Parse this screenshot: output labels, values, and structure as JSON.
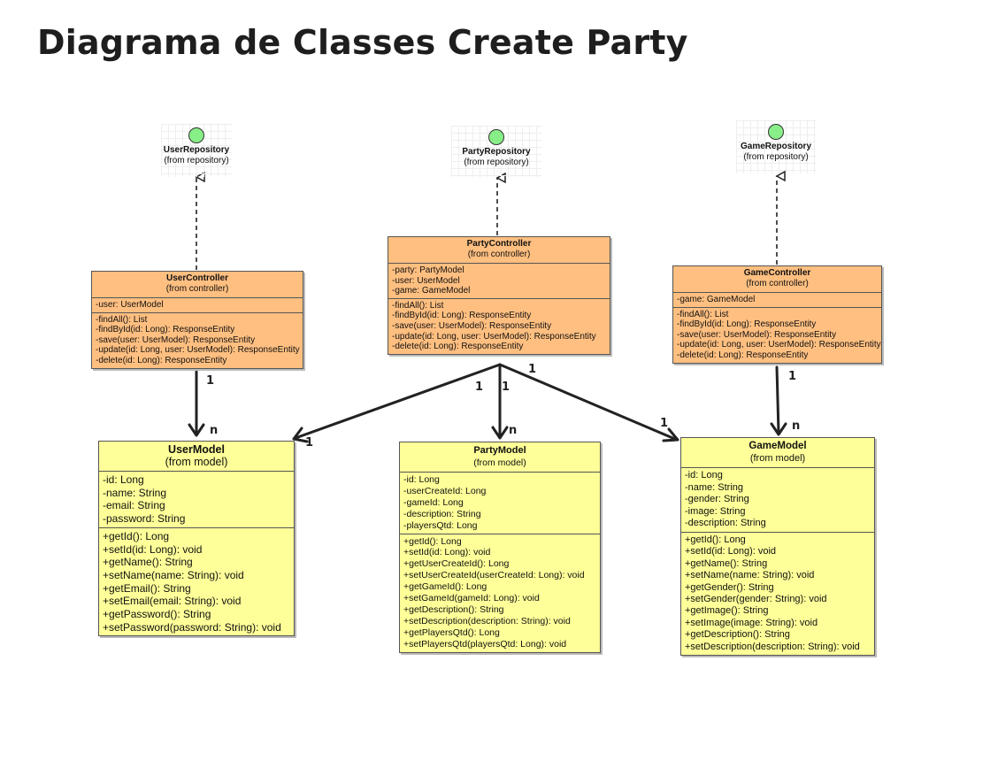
{
  "title": "Diagrama de Classes Create Party",
  "interfaces": {
    "user": {
      "name": "UserRepository",
      "from": "(from repository)"
    },
    "party": {
      "name": "PartyRepository",
      "from": "(from repository)"
    },
    "game": {
      "name": "GameRepository",
      "from": "(from repository)"
    }
  },
  "controllers": {
    "user": {
      "name": "UserController",
      "from": "(from controller)",
      "attributes": [
        "-user: UserModel"
      ],
      "methods": [
        "-findAll(): List",
        "-findById(id: Long): ResponseEntity",
        "-save(user: UserModel): ResponseEntity",
        "-update(id: Long, user: UserModel): ResponseEntity",
        "-delete(id: Long): ResponseEntity"
      ]
    },
    "party": {
      "name": "PartyController",
      "from": "(from controller)",
      "attributes": [
        "-party: PartyModel",
        "-user: UserModel",
        "-game: GameModel"
      ],
      "methods": [
        "-findAll(): List",
        "-findById(id: Long): ResponseEntity",
        "-save(user: UserModel): ResponseEntity",
        "-update(id: Long, user: UserModel): ResponseEntity",
        "-delete(id: Long): ResponseEntity"
      ]
    },
    "game": {
      "name": "GameController",
      "from": "(from controller)",
      "attributes": [
        "-game: GameModel"
      ],
      "methods": [
        "-findAll(): List",
        "-findById(id: Long): ResponseEntity",
        "-save(user: UserModel): ResponseEntity",
        "-update(id: Long, user: UserModel): ResponseEntity",
        "-delete(id: Long): ResponseEntity"
      ]
    }
  },
  "models": {
    "user": {
      "name": "UserModel",
      "from": "(from model)",
      "attributes": [
        "-id: Long",
        "-name: String",
        "-email: String",
        "-password: String"
      ],
      "methods": [
        "+getId(): Long",
        "+setId(id: Long): void",
        "+getName(): String",
        "+setName(name: String): void",
        "+getEmail(): String",
        "+setEmail(email: String): void",
        "+getPassword(): String",
        "+setPassword(password: String): void"
      ]
    },
    "party": {
      "name": "PartyModel",
      "from": "(from model)",
      "attributes": [
        "-id: Long",
        "-userCreateId: Long",
        "-gameId: Long",
        "-description: String",
        "-playersQtd: Long"
      ],
      "methods": [
        "+getId(): Long",
        "+setId(id: Long): void",
        "+getUserCreateId(): Long",
        "+setUserCreateId(userCreateId: Long): void",
        "+getGameId(): Long",
        "+setGameId(gameId: Long): void",
        "+getDescription(): String",
        "+setDescription(description: String): void",
        "+getPlayersQtd(): Long",
        "+setPlayersQtd(playersQtd: Long): void"
      ]
    },
    "game": {
      "name": "GameModel",
      "from": "(from model)",
      "attributes": [
        "-id: Long",
        "-name: String",
        "-gender: String",
        "-image: String",
        "-description: String"
      ],
      "methods": [
        "+getId(): Long",
        "+setId(id: Long): void",
        "+getName(): String",
        "+setName(name: String): void",
        "+getGender(): String",
        "+setGender(gender: String): void",
        "+getImage(): String",
        "+setImage(image: String): void",
        "+getDescription(): String",
        "+setDescription(description: String): void"
      ]
    }
  },
  "multiplicities": {
    "user_one": "1",
    "user_many": "n",
    "party_user_one": "1",
    "party_user_end": "1",
    "party_party_one": "1",
    "party_party_many": "n",
    "party_game_one": "1",
    "party_game_end": "1",
    "game_one": "1",
    "game_many": "n"
  }
}
